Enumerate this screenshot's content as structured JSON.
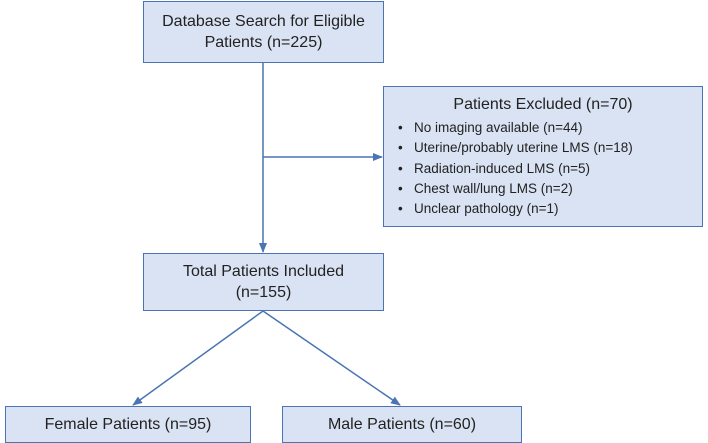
{
  "flowchart": {
    "search": {
      "line1": "Database Search for Eligible",
      "line2": "Patients (n=225)"
    },
    "excluded": {
      "title": "Patients Excluded (n=70)",
      "items": [
        "No imaging available (n=44)",
        "Uterine/probably uterine LMS (n=18)",
        "Radiation-induced LMS (n=5)",
        "Chest wall/lung LMS (n=2)",
        "Unclear pathology (n=1)"
      ]
    },
    "total": {
      "line1": "Total Patients Included",
      "line2": "(n=155)"
    },
    "female": "Female Patients (n=95)",
    "male": "Male Patients (n=60)",
    "colors": {
      "box_fill": "#dae3f3",
      "box_border": "#4a74b4",
      "arrow": "#4a74b4"
    }
  }
}
